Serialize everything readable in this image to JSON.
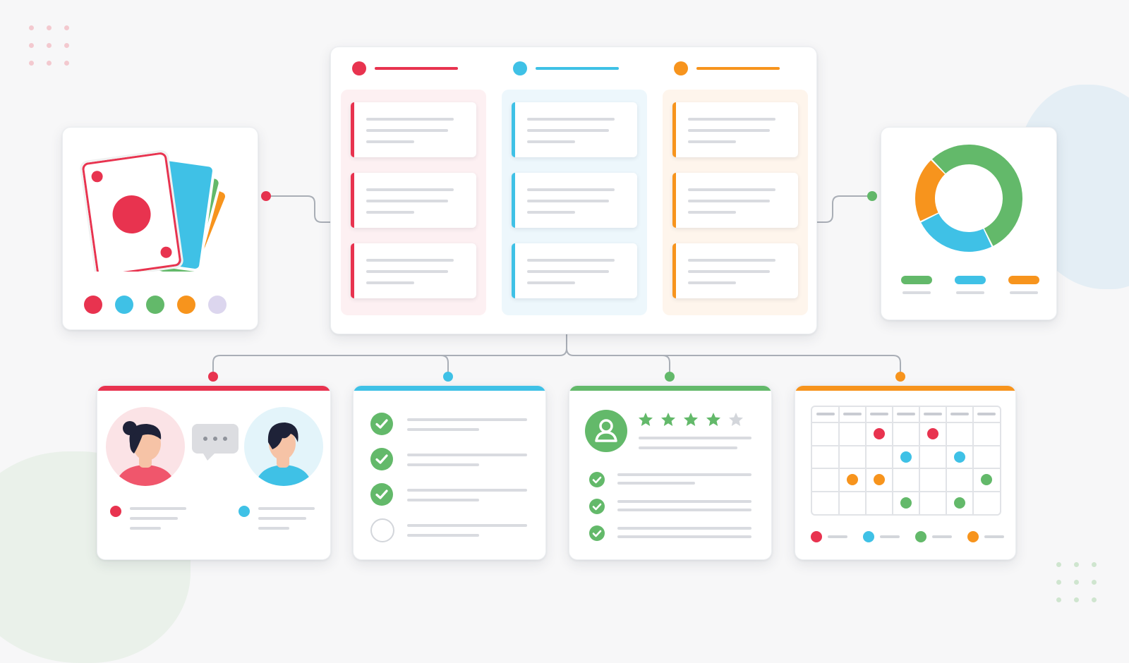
{
  "colors": {
    "red": "#e8334f",
    "blue": "#3fc1e6",
    "green": "#63b96a",
    "orange": "#f7941d",
    "lavender": "#dcd6ee",
    "connector": "#a9aeb6",
    "line": "#d9dbe0"
  },
  "deck": {
    "card_faces": [
      "red",
      "blue",
      "green",
      "orange"
    ],
    "swatches": [
      "red",
      "blue",
      "green",
      "orange",
      "lavender"
    ]
  },
  "kanban": {
    "columns": [
      {
        "color": "red",
        "items": 3
      },
      {
        "color": "blue",
        "items": 3
      },
      {
        "color": "orange",
        "items": 3
      }
    ]
  },
  "donut_chart": {
    "segments": [
      {
        "color": "green",
        "share": 0.55
      },
      {
        "color": "blue",
        "share": 0.25
      },
      {
        "color": "orange",
        "share": 0.2
      }
    ],
    "legend": [
      "green",
      "blue",
      "orange"
    ]
  },
  "bottom_modules": [
    {
      "name": "chat",
      "color": "red"
    },
    {
      "name": "tasks",
      "color": "blue"
    },
    {
      "name": "review",
      "color": "green"
    },
    {
      "name": "calendar",
      "color": "orange"
    }
  ],
  "tasks": {
    "items": [
      {
        "done": true
      },
      {
        "done": true
      },
      {
        "done": true
      },
      {
        "done": false
      }
    ]
  },
  "review": {
    "rating": 4,
    "max_rating": 5,
    "checklist": 3
  },
  "calendar": {
    "columns": 7,
    "rows": 4,
    "events": [
      {
        "row": 0,
        "col": 2,
        "color": "red"
      },
      {
        "row": 0,
        "col": 4,
        "color": "red"
      },
      {
        "row": 1,
        "col": 3,
        "color": "blue"
      },
      {
        "row": 1,
        "col": 5,
        "color": "blue"
      },
      {
        "row": 2,
        "col": 1,
        "color": "orange"
      },
      {
        "row": 2,
        "col": 2,
        "color": "orange"
      },
      {
        "row": 2,
        "col": 6,
        "color": "green"
      },
      {
        "row": 3,
        "col": 3,
        "color": "green"
      },
      {
        "row": 3,
        "col": 5,
        "color": "green"
      }
    ],
    "legend": [
      "red",
      "blue",
      "green",
      "orange"
    ]
  }
}
